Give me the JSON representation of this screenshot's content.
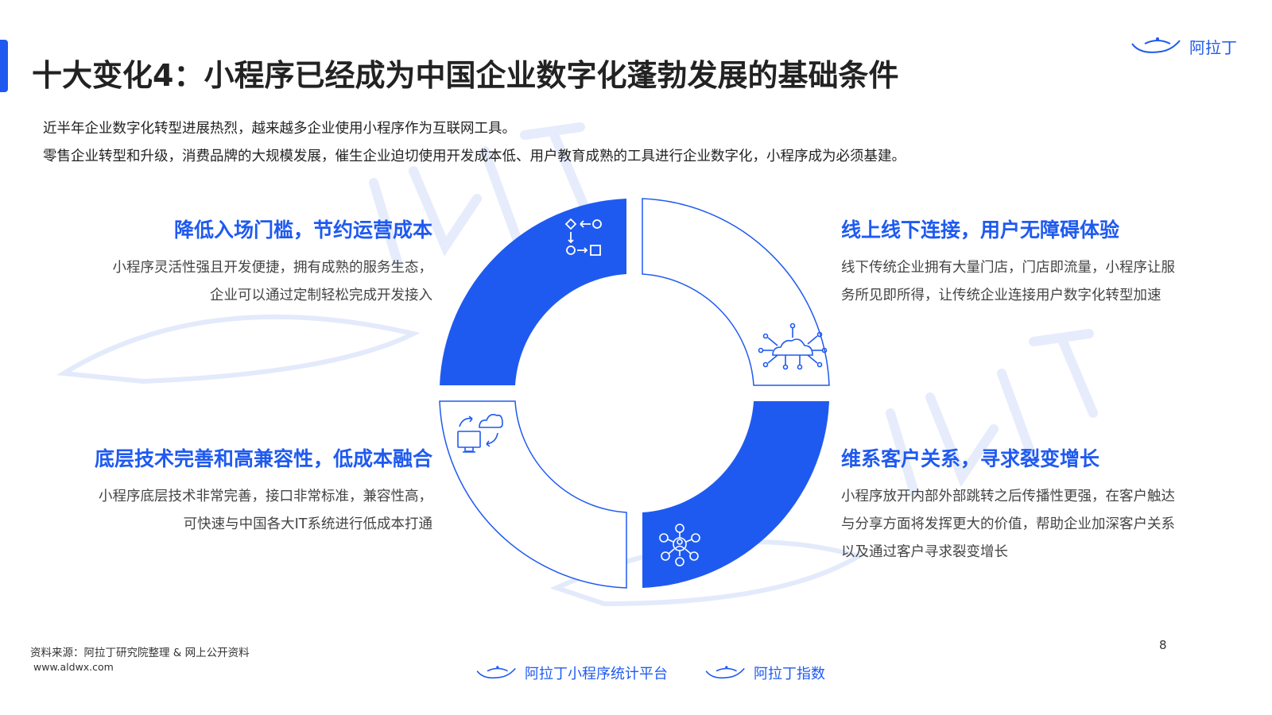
{
  "header": {
    "title": "十大变化4：小程序已经成为中国企业数字化蓬勃发展的基础条件",
    "brand": "阿拉丁"
  },
  "intro": [
    "近半年企业数字化转型进展热烈，越来越多企业使用小程序作为互联网工具。",
    "零售企业转型和升级，消费品牌的大规模发展，催生企业迫切使用开发成本低、用户教育成熟的工具进行企业数字化，小程序成为必须基建。"
  ],
  "sections": {
    "top_left": {
      "heading": "降低入场门槛，节约运营成本",
      "lines": [
        "小程序灵活性强且开发便捷，拥有成熟的服务生态，",
        "企业可以通过定制轻松完成开发接入"
      ],
      "icon": "workflow-icon"
    },
    "top_right": {
      "heading": "线上线下连接，用户无障碍体验",
      "body": "线下传统企业拥有大量门店，门店即流量，小程序让服务所见即所得，让传统企业连接用户数字化转型加速",
      "icon": "cloud-network-icon"
    },
    "bottom_left": {
      "heading": "底层技术完善和高兼容性，低成本融合",
      "lines": [
        "小程序底层技术非常完善，接口非常标准，兼容性高，",
        "可快速与中国各大IT系统进行低成本打通"
      ],
      "icon": "cloud-sync-monitor-icon"
    },
    "bottom_right": {
      "heading": "维系客户关系，寻求裂变增长",
      "body": "小程序放开内部外部跳转之后传播性更强，在客户触达与分享方面将发挥更大的价值，帮助企业加深客户关系以及通过客户寻求裂变增长",
      "icon": "user-network-icon"
    }
  },
  "footer": {
    "source": "资料来源：阿拉丁研究院整理 & 网上公开资料",
    "website": "www.aldwx.com",
    "page_number": "8",
    "brand_1": "阿拉丁小程序统计平台",
    "brand_2": "阿拉丁指数"
  },
  "colors": {
    "accent": "#1F5AF0",
    "text": "#222222",
    "body_text": "#444444"
  }
}
